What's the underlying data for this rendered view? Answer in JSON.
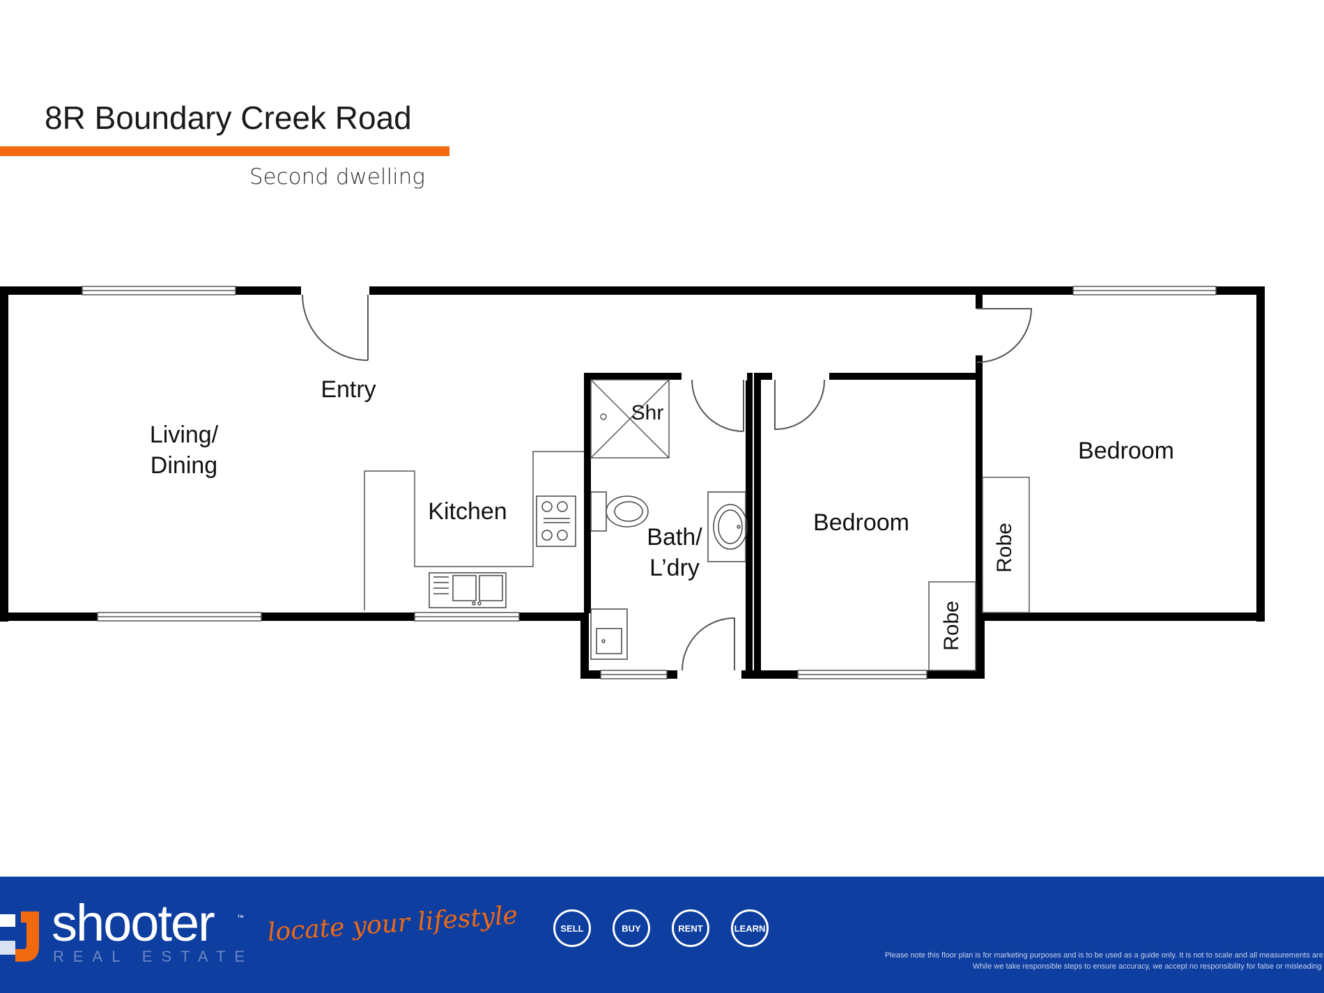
{
  "header": {
    "title": "8R Boundary Creek Road",
    "subtitle": "Second dwelling"
  },
  "rooms": {
    "entry": "Entry",
    "living_1": "Living/",
    "living_2": "Dining",
    "kitchen": "Kitchen",
    "shower": "Shr",
    "bath_1": "Bath/",
    "bath_2": "L’dry",
    "bedroom_center": "Bedroom",
    "bedroom_right": "Bedroom",
    "robe_center": "Robe",
    "robe_right": "Robe"
  },
  "footer": {
    "brand_name": "shooter",
    "brand_tm": "™",
    "brand_sub": "REAL ESTATE",
    "tagline": "locate your lifestyle",
    "nav": [
      "SELL",
      "BUY",
      "RENT",
      "LEARN"
    ],
    "disclaimer_1": "Please note this floor plan is for marketing purposes and is to be used as a guide only. It is not to scale and all measurements are appro",
    "disclaimer_2": "While we take responsible steps to ensure accuracy, we accept no responsibility for false or misleading inform"
  },
  "colors": {
    "accent": "#f26a10",
    "footer_bg": "#0d3ea0",
    "wall": "#000000",
    "fixture": "#555555"
  },
  "icons": [
    "sink-icon",
    "cooktop-icon",
    "toilet-icon",
    "basin-icon",
    "laundry-tub-icon",
    "shower-icon",
    "door-swing-icon",
    "window-icon"
  ]
}
